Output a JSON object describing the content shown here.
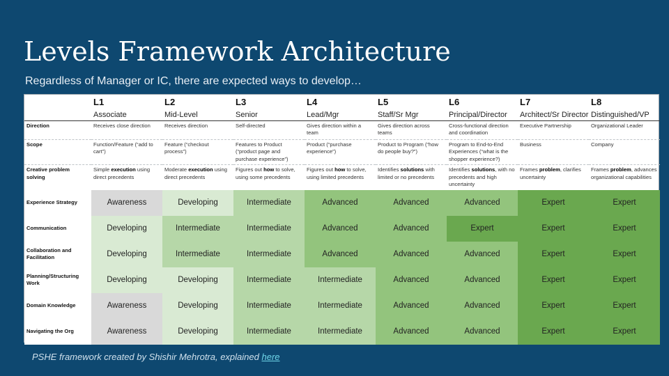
{
  "title": "Levels Framework Architecture",
  "subtitle": "Regardless of Manager or IC, there are expected ways to develop…",
  "levels": [
    {
      "code": "L1",
      "title": "Associate"
    },
    {
      "code": "L2",
      "title": "Mid-Level"
    },
    {
      "code": "L3",
      "title": "Senior"
    },
    {
      "code": "L4",
      "title": "Lead/Mgr"
    },
    {
      "code": "L5",
      "title": "Staff/Sr Mgr"
    },
    {
      "code": "L6",
      "title": "Principal/Director"
    },
    {
      "code": "L7",
      "title": "Architect/Sr Director"
    },
    {
      "code": "L8",
      "title": "Distinguished/VP"
    }
  ],
  "descriptor_rows": [
    {
      "label": "Direction",
      "cells": [
        [
          "Receives close direction"
        ],
        [
          "Receives direction"
        ],
        [
          "Self-directed"
        ],
        [
          "Gives direction within a team"
        ],
        [
          "Gives direction across teams"
        ],
        [
          "Cross-functional direction and coordination"
        ],
        [
          "Executive Partnership"
        ],
        [
          "Organizational Leader"
        ]
      ]
    },
    {
      "label": "Scope",
      "cells": [
        [
          "Function/Feature (“add to cart”)"
        ],
        [
          "Feature (“checkout process”)"
        ],
        [
          "Features to Product (“product page and purchase experience”)"
        ],
        [
          "Product (“purchase experience”)"
        ],
        [
          "Product to Program (“how do people buy?”)"
        ],
        [
          "Program to End-to-End Experiences (“what is the shopper experience?)"
        ],
        [
          "Business"
        ],
        [
          "Company"
        ]
      ]
    },
    {
      "label": "Creative problem solving",
      "cells": [
        [
          "Simple ",
          "execution",
          " using direct precedents"
        ],
        [
          "Moderate ",
          "execution",
          " using direct precedents"
        ],
        [
          "Figures out ",
          "how",
          " to solve, using some precedents"
        ],
        [
          "Figures out ",
          "how",
          " to solve, using limited precedents"
        ],
        [
          "Identifies ",
          "solutions",
          " with limited or no precedents"
        ],
        [
          "Identifies ",
          "solutions",
          ", with no precedents and high uncertainty"
        ],
        [
          "Frames ",
          "problem",
          ", clarifies uncertainty"
        ],
        [
          "Frames ",
          "problem",
          ", advances organizational capabilities"
        ]
      ]
    }
  ],
  "skill_rows": [
    {
      "label": "Experience Strategy",
      "values": [
        "Awareness",
        "Developing",
        "Intermediate",
        "Advanced",
        "Advanced",
        "Advanced",
        "Expert",
        "Expert"
      ],
      "colors": [
        "#d9d9d9",
        "#d9ead3",
        "#b6d7a8",
        "#93c47d",
        "#93c47d",
        "#93c47d",
        "#6aa84f",
        "#6aa84f"
      ]
    },
    {
      "label": "Communication",
      "values": [
        "Developing",
        "Intermediate",
        "Intermediate",
        "Advanced",
        "Advanced",
        "Expert",
        "Expert",
        "Expert"
      ],
      "colors": [
        "#d9ead3",
        "#b6d7a8",
        "#b6d7a8",
        "#93c47d",
        "#93c47d",
        "#6aa84f",
        "#6aa84f",
        "#6aa84f"
      ]
    },
    {
      "label": "Collaboration and Facilitation",
      "values": [
        "Developing",
        "Intermediate",
        "Intermediate",
        "Advanced",
        "Advanced",
        "Advanced",
        "Expert",
        "Expert"
      ],
      "colors": [
        "#d9ead3",
        "#b6d7a8",
        "#b6d7a8",
        "#93c47d",
        "#93c47d",
        "#93c47d",
        "#6aa84f",
        "#6aa84f"
      ]
    },
    {
      "label": "Planning/Structuring Work",
      "values": [
        "Developing",
        "Developing",
        "Intermediate",
        "Intermediate",
        "Advanced",
        "Advanced",
        "Expert",
        "Expert"
      ],
      "colors": [
        "#d9ead3",
        "#d9ead3",
        "#b6d7a8",
        "#b6d7a8",
        "#93c47d",
        "#93c47d",
        "#6aa84f",
        "#6aa84f"
      ]
    },
    {
      "label": "Domain Knowledge",
      "values": [
        "Awareness",
        "Developing",
        "Intermediate",
        "Intermediate",
        "Advanced",
        "Advanced",
        "Expert",
        "Expert"
      ],
      "colors": [
        "#d9d9d9",
        "#d9ead3",
        "#b6d7a8",
        "#b6d7a8",
        "#93c47d",
        "#93c47d",
        "#6aa84f",
        "#6aa84f"
      ]
    },
    {
      "label": "Navigating the Org",
      "values": [
        "Awareness",
        "Developing",
        "Intermediate",
        "Intermediate",
        "Advanced",
        "Advanced",
        "Expert",
        "Expert"
      ],
      "colors": [
        "#d9d9d9",
        "#d9ead3",
        "#b6d7a8",
        "#b6d7a8",
        "#93c47d",
        "#93c47d",
        "#6aa84f",
        "#6aa84f"
      ]
    }
  ],
  "caption": {
    "text": "PSHE framework created by Shishir Mehrotra, explained ",
    "link": "here"
  }
}
